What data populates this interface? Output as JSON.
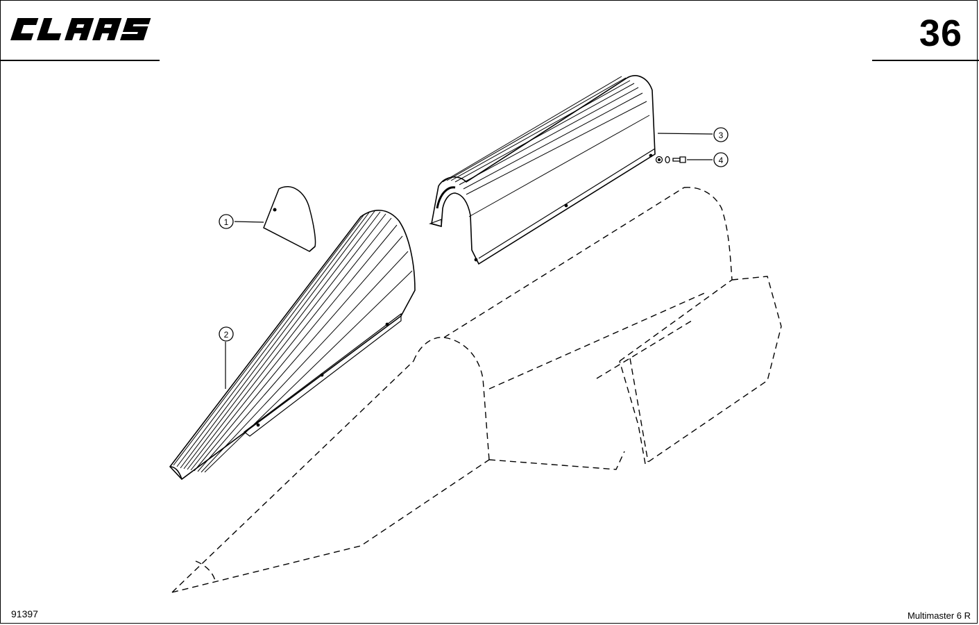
{
  "header": {
    "brand": "CLAAS",
    "page_number": "36"
  },
  "footer": {
    "drawing_number": "91397",
    "model_name": "Multimaster 6 R"
  },
  "callouts": [
    {
      "label": "1",
      "part": "small-end-cap"
    },
    {
      "label": "2",
      "part": "tapered-divider-cover"
    },
    {
      "label": "3",
      "part": "rear-hood-cover"
    },
    {
      "label": "4",
      "part": "fastener-set"
    }
  ],
  "colors": {
    "ink": "#000000",
    "paper": "#ffffff"
  }
}
